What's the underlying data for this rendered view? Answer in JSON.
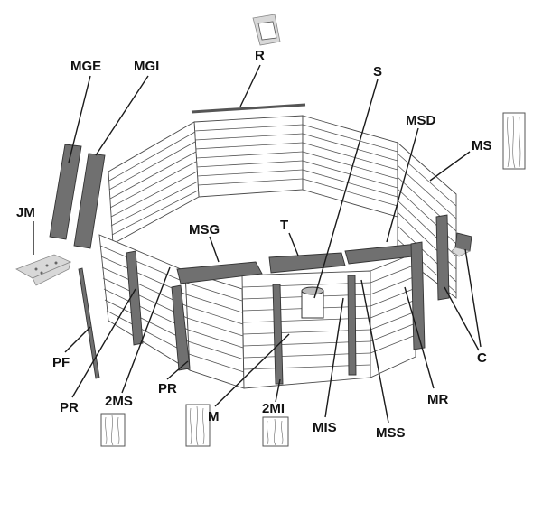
{
  "labels": {
    "R": "R",
    "MGE": "MGE",
    "MGI": "MGI",
    "S": "S",
    "MSD": "MSD",
    "MS": "MS",
    "JM": "JM",
    "MSG": "MSG",
    "T": "T",
    "PF": "PF",
    "PR_left": "PR",
    "PR_bottom": "PR",
    "2MS": "2MS",
    "M": "M",
    "2MI": "2MI",
    "MIS": "MIS",
    "MSS": "MSS",
    "MR": "MR",
    "C": "C"
  },
  "colors": {
    "dark_part": "#707070",
    "light_part": "#d8d8d8",
    "line": "#1a1a1a"
  }
}
